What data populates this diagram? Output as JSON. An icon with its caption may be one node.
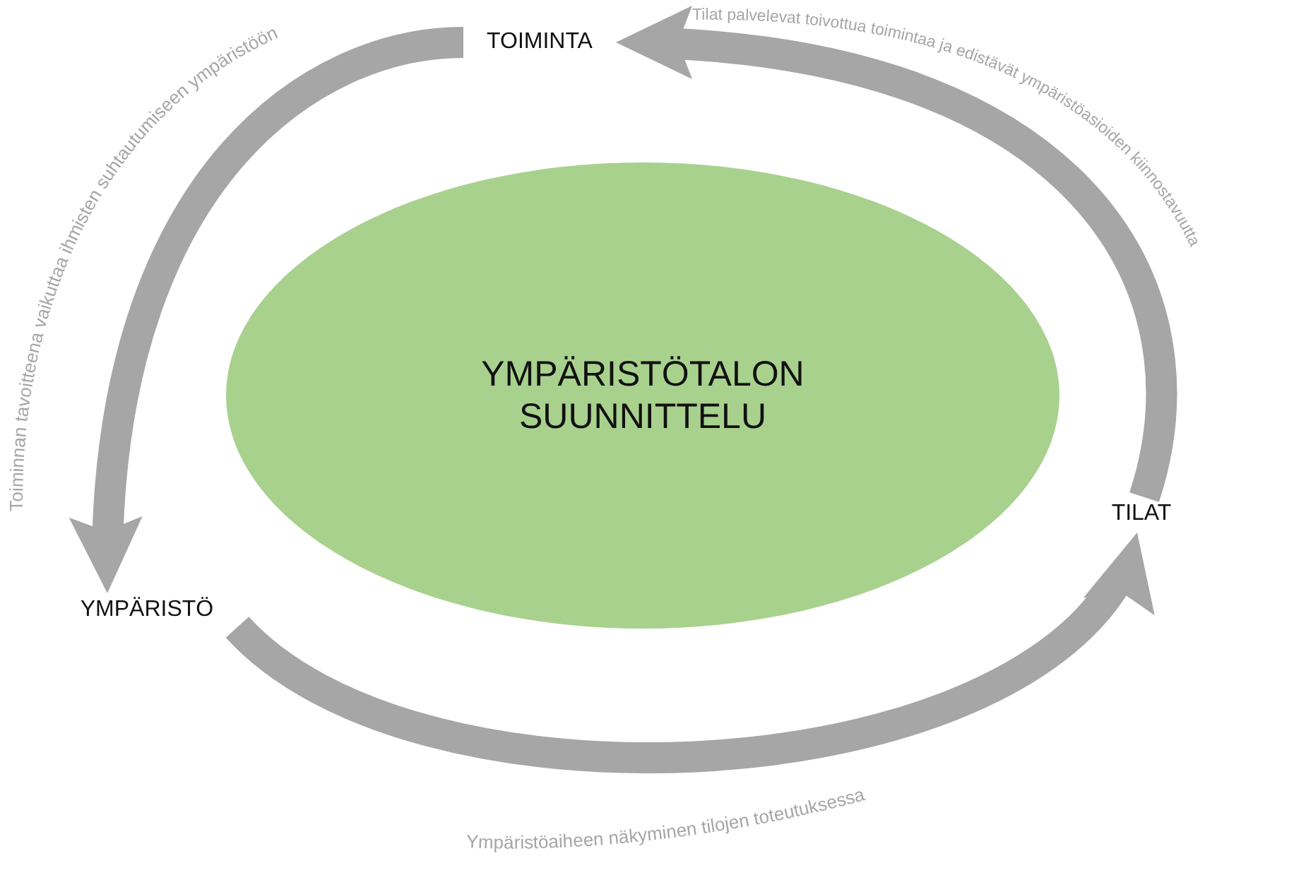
{
  "diagram": {
    "nodes": [
      {
        "text": [
          "YMPÄRISTÖTALON SUUNNITTELU"
        ]
      },
      {
        "text": [
          "TOIMINTA"
        ]
      },
      {
        "text": [
          "TILAT"
        ]
      },
      {
        "text": [
          "YMPÄRISTÖ"
        ]
      }
    ],
    "edges": [
      {
        "from": 1,
        "to": 3,
        "arrow": "to",
        "label": "Toiminnan tavoitteena vaikuttaa ihmisten suhtautumiseen ympäristöön"
      },
      {
        "from": 3,
        "to": 2,
        "arrow": "to",
        "label": "Ympäristöaiheen näkyminen tilojen toteutuksessa"
      },
      {
        "from": 2,
        "to": 1,
        "arrow": "to",
        "label": "Tilat palvelevat toivottua toimintaa ja edistävät ympäristöasioiden kiinnostavuutta"
      }
    ]
  }
}
